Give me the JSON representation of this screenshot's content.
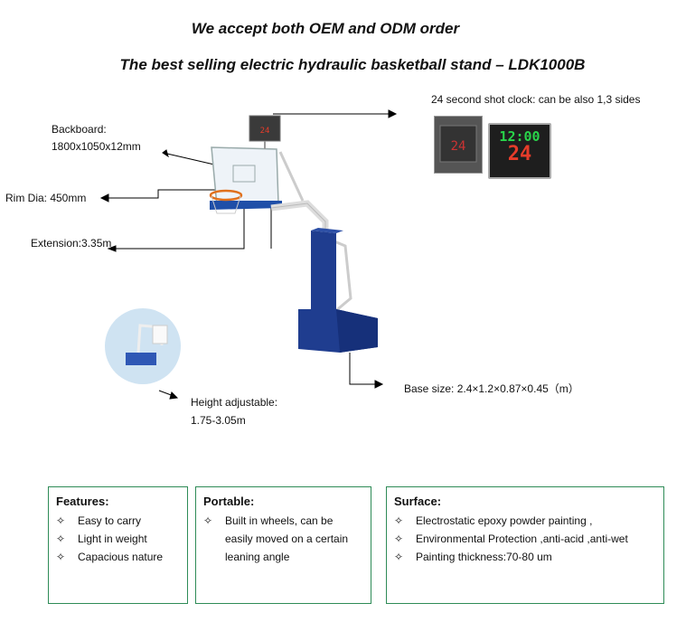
{
  "header": {
    "line1": "We accept both OEM and ODM order",
    "line2": "The best selling electric hydraulic basketball stand – LDK1000B"
  },
  "annotations": {
    "backboard_title": "Backboard:",
    "backboard_size": "1800x1050x12mm",
    "rim": "Rim Dia: 450mm",
    "extension": "Extension:3.35m",
    "shot_clock": "24 second shot clock: can be also 1,3 sides",
    "height_title": "Height adjustable:",
    "height_range": "1.75-3.05m",
    "base": "Base   size:  2.4×1.2×0.87×0.45（m）"
  },
  "shot_clock_display": {
    "time": "12:00",
    "seconds": "24"
  },
  "boxes": {
    "features": {
      "title": "Features:",
      "items": [
        "Easy  to  carry",
        "Light  in  weight",
        "Capacious nature"
      ]
    },
    "portable": {
      "title": "Portable:",
      "items": [
        "Built in wheels, can be easily moved on a certain leaning angle"
      ]
    },
    "surface": {
      "title": "Surface:",
      "items": [
        "Electrostatic epoxy powder painting ,",
        "Environmental Protection ,anti-acid ,anti-wet",
        "Painting thickness:70-80 um"
      ]
    }
  },
  "icons": {
    "bullet": "✧"
  },
  "colors": {
    "base_blue": "#1f3d8f",
    "box_border": "#2e8b57",
    "clock_green": "#29d34a",
    "clock_red": "#e63c2a"
  }
}
